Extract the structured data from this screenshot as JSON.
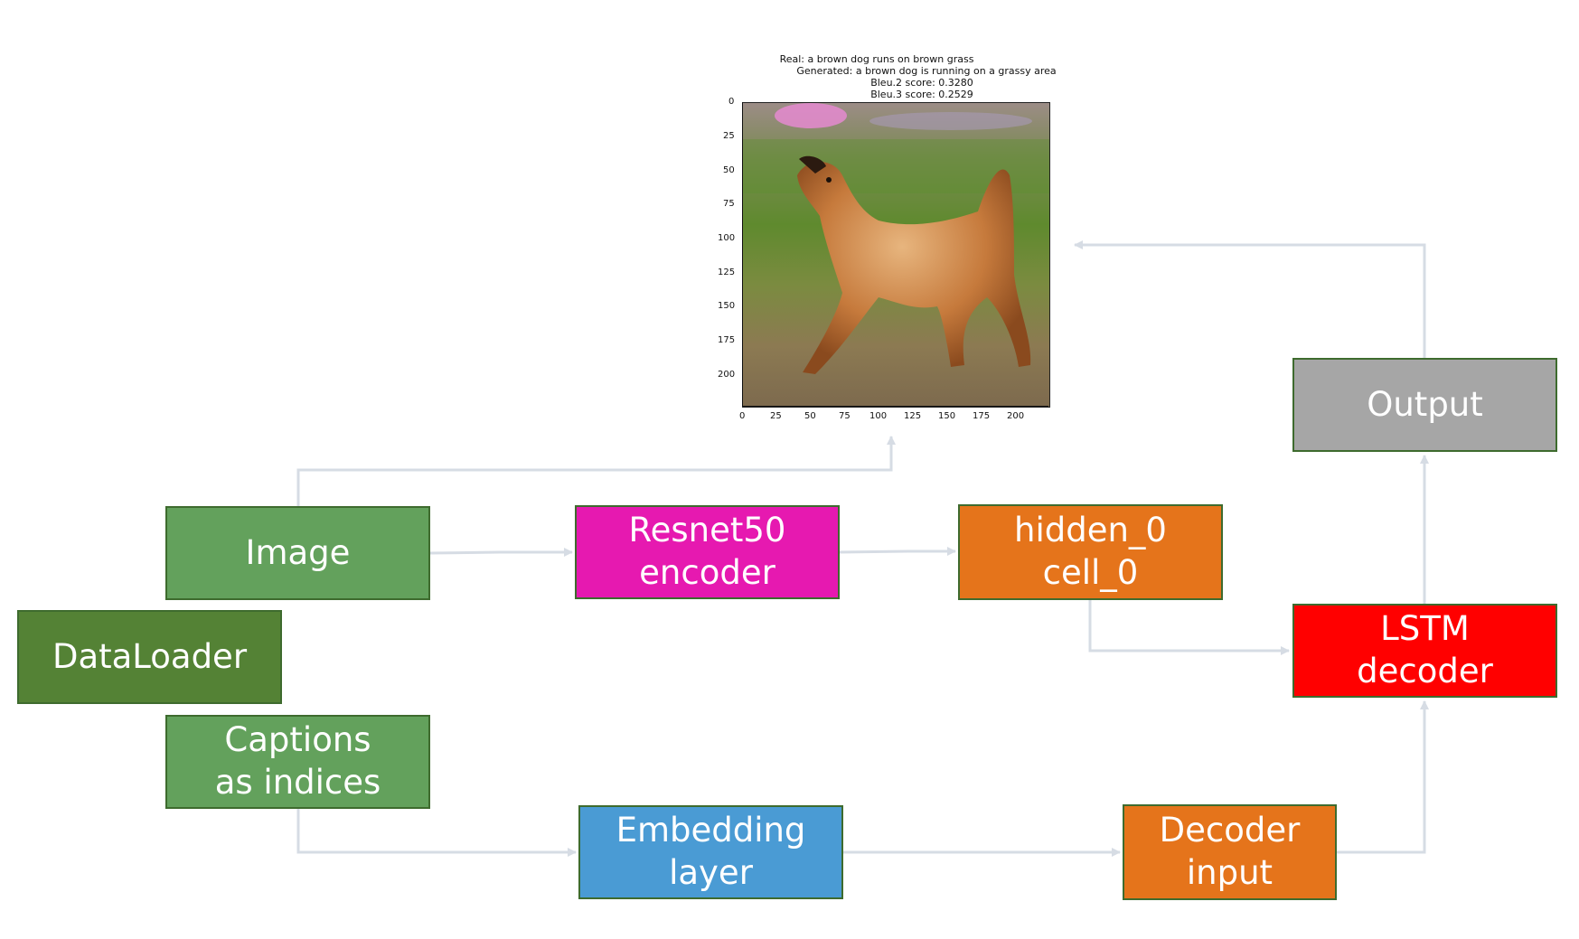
{
  "nodes": {
    "image": {
      "label": "Image",
      "color": "#63a15c"
    },
    "dataloader": {
      "label": "DataLoader",
      "color": "#548235"
    },
    "captions": {
      "label": "Captions\nas indices",
      "color": "#63a15c"
    },
    "resnet": {
      "label": "Resnet50\nencoder",
      "color": "#e619b0"
    },
    "hidden": {
      "label": "hidden_0\ncell_0",
      "color": "#e5741b"
    },
    "embedding": {
      "label": "Embedding\nlayer",
      "color": "#4a9bd4"
    },
    "decoder_input": {
      "label": "Decoder\ninput",
      "color": "#e5741b"
    },
    "lstm": {
      "label": "LSTM\ndecoder",
      "color": "#ff0000"
    },
    "output": {
      "label": "Output",
      "color": "#a6a6a6"
    }
  },
  "plot": {
    "title_real": "Real: a brown dog runs on brown grass",
    "title_generated": "Generated: a brown dog is running on a grassy area",
    "bleu2": "Bleu.2 score: 0.3280",
    "bleu3": "Bleu.3 score: 0.2529",
    "x_ticks": [
      "0",
      "25",
      "50",
      "75",
      "100",
      "125",
      "150",
      "175",
      "200"
    ],
    "y_ticks": [
      "0",
      "25",
      "50",
      "75",
      "100",
      "125",
      "150",
      "175",
      "200"
    ]
  },
  "connector_color": "#d6dce4"
}
